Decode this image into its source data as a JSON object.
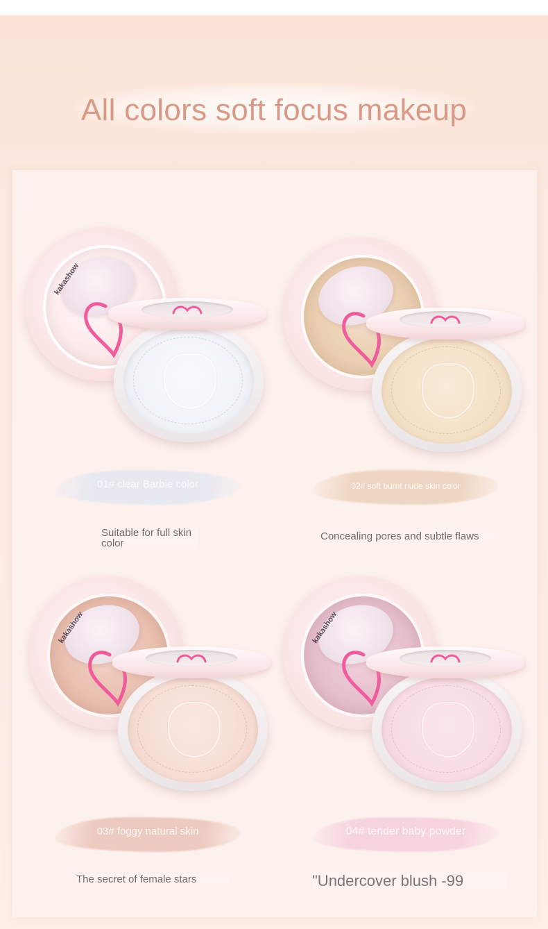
{
  "headline": "All colors soft focus makeup",
  "products": [
    {
      "shade_label": "01# clear Barbie color",
      "caption": "Suitable for full skin color",
      "brand_text": "kakashow",
      "colors": {
        "pan": "#f7f7fb",
        "pan_edge": "#e9ebf2",
        "mirror": "#dfe2ea",
        "swatch": "#e6e9f2"
      }
    },
    {
      "shade_label": "02# soft burnt nude skin color",
      "caption": "Concealing pores and subtle flaws",
      "brand_text": "",
      "colors": {
        "pan": "#f6e6cf",
        "pan_edge": "#ecd6bb",
        "mirror": "#e7c9a8",
        "swatch": "#eed6c0"
      }
    },
    {
      "shade_label": "03# foggy natural skin",
      "caption": "The secret of female stars",
      "brand_text": "kakashow",
      "colors": {
        "pan": "#f9e1d9",
        "pan_edge": "#efd0c6",
        "mirror": "#eab9ad",
        "swatch": "#ecc8be"
      }
    },
    {
      "shade_label": "04# tender baby powder",
      "caption": "\"Undercover blush -99",
      "brand_text": "kakashow",
      "colors": {
        "pan": "#f9dde7",
        "pan_edge": "#efcad8",
        "mirror": "#e3b8c7",
        "swatch": "#f6d2dd"
      }
    }
  ]
}
